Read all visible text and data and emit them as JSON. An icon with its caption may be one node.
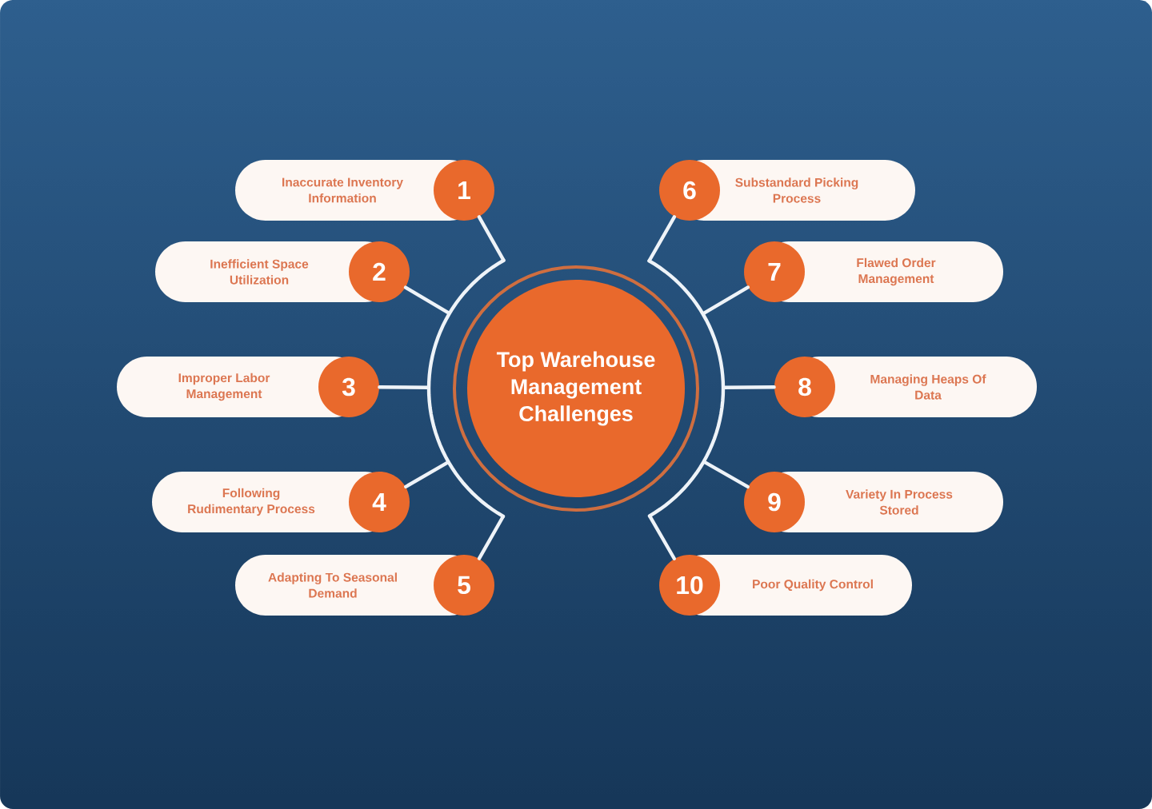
{
  "diagram": {
    "nodes": [
      {
        "text": [
          "Top Warehouse Management Challenges"
        ]
      },
      {
        "text": [
          "1"
        ]
      },
      {
        "text": [
          "Inaccurate Inventory Information"
        ]
      },
      {
        "text": [
          "2"
        ]
      },
      {
        "text": [
          "Inefficient Space Utilization"
        ]
      },
      {
        "text": [
          "3"
        ]
      },
      {
        "text": [
          "Improper Labor Management"
        ]
      },
      {
        "text": [
          "4"
        ]
      },
      {
        "text": [
          "Following Rudimentary Process"
        ]
      },
      {
        "text": [
          "5"
        ]
      },
      {
        "text": [
          "Adapting To Seasonal Demand"
        ]
      },
      {
        "text": [
          "6"
        ]
      },
      {
        "text": [
          "Substandard Picking Process"
        ]
      },
      {
        "text": [
          "7"
        ]
      },
      {
        "text": [
          "Flawed Order Management"
        ]
      },
      {
        "text": [
          "8"
        ]
      },
      {
        "text": [
          "Managing Heaps Of Data"
        ]
      },
      {
        "text": [
          "9"
        ]
      },
      {
        "text": [
          "Variety In Process Stored"
        ]
      },
      {
        "text": [
          "10"
        ]
      },
      {
        "text": [
          "Poor Quality Control"
        ]
      }
    ],
    "edges": [
      {
        "from": 1,
        "to": 0,
        "arrow": "none"
      },
      {
        "from": 3,
        "to": 0,
        "arrow": "none"
      },
      {
        "from": 5,
        "to": 0,
        "arrow": "none"
      },
      {
        "from": 7,
        "to": 0,
        "arrow": "none"
      },
      {
        "from": 9,
        "to": 0,
        "arrow": "none"
      },
      {
        "from": 11,
        "to": 0,
        "arrow": "none"
      },
      {
        "from": 13,
        "to": 0,
        "arrow": "none"
      },
      {
        "from": 15,
        "to": 0,
        "arrow": "none"
      },
      {
        "from": 17,
        "to": 0,
        "arrow": "none"
      },
      {
        "from": 19,
        "to": 0,
        "arrow": "none"
      }
    ]
  }
}
